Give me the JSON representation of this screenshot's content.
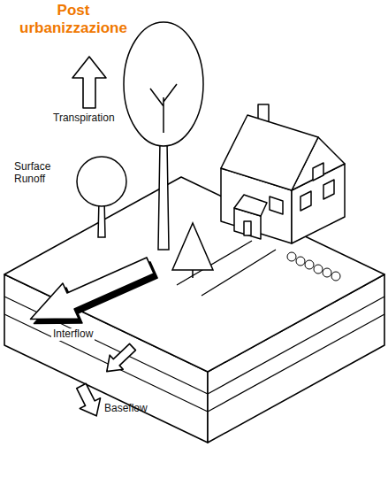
{
  "diagram": {
    "title": "Post urbanizzazione",
    "labels": [
      "Transpiration",
      "Surface Runoff",
      "Interflow",
      "Baseflow"
    ]
  }
}
